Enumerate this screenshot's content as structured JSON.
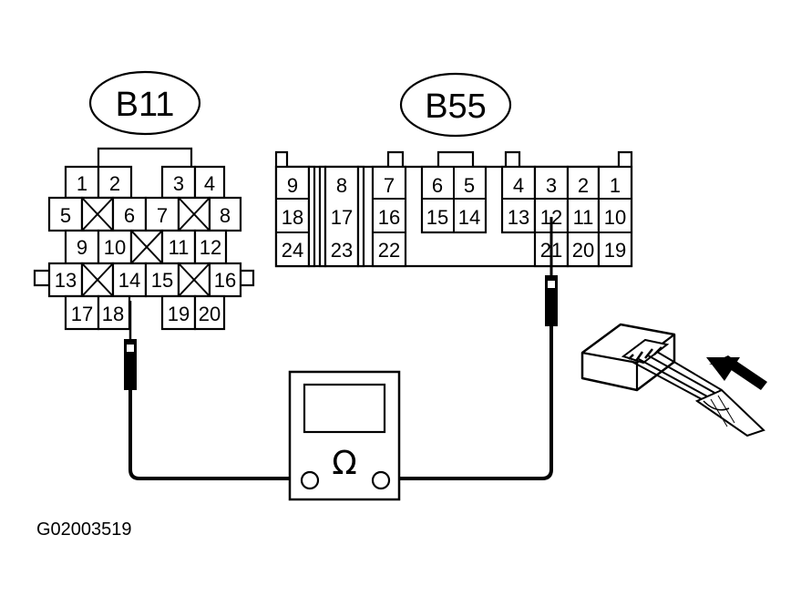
{
  "connector_b11": {
    "label": "B11",
    "pins": [
      "1",
      "2",
      "3",
      "4",
      "5",
      "6",
      "7",
      "8",
      "9",
      "10",
      "11",
      "12",
      "13",
      "14",
      "15",
      "16",
      "17",
      "18",
      "19",
      "20"
    ]
  },
  "connector_b55": {
    "label": "B55",
    "pins": [
      "1",
      "2",
      "3",
      "4",
      "5",
      "6",
      "7",
      "8",
      "9",
      "10",
      "11",
      "12",
      "13",
      "14",
      "15",
      "16",
      "17",
      "18",
      "19",
      "20",
      "21",
      "22",
      "23",
      "24"
    ]
  },
  "meter": {
    "symbol": "Ω"
  },
  "figure_code": "G02003519"
}
